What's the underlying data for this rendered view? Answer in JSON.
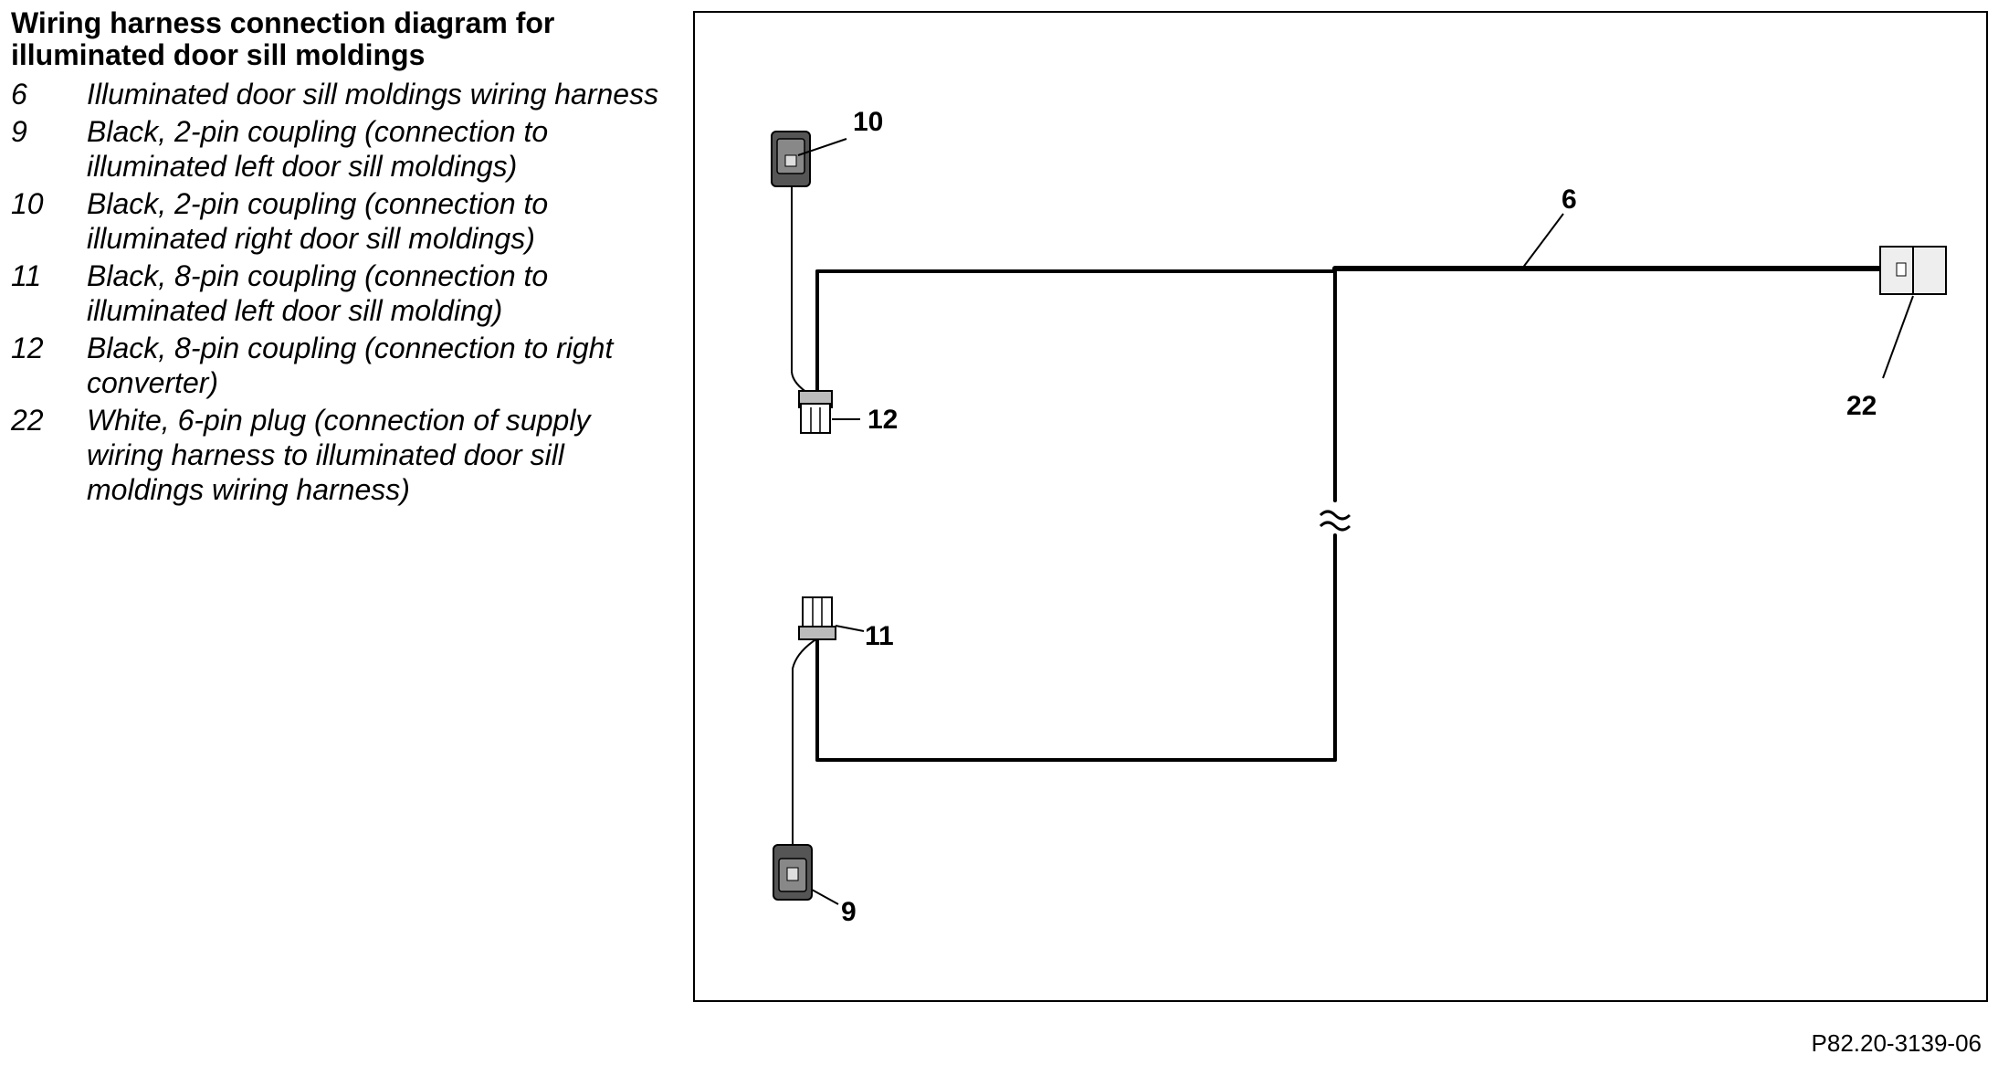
{
  "legend": {
    "title": "Wiring harness connection diagram for illuminated door sill moldings",
    "items": [
      {
        "num": "6",
        "desc": "Illuminated door sill moldings wiring harness"
      },
      {
        "num": "9",
        "desc": "Black, 2-pin coupling (connection to illuminated left door sill moldings)"
      },
      {
        "num": "10",
        "desc": "Black, 2-pin coupling (connection to illuminated right door sill moldings)"
      },
      {
        "num": "11",
        "desc": "Black, 8-pin coupling (connection to illuminated left door sill molding)"
      },
      {
        "num": "12",
        "desc": "Black, 8-pin coupling (connection to right converter)"
      },
      {
        "num": "22",
        "desc": "White, 6-pin plug (connection of supply wiring harness to illuminated door sill moldings wiring harness)"
      }
    ]
  },
  "diagram": {
    "callouts": {
      "c6": "6",
      "c9": "9",
      "c10": "10",
      "c11": "11",
      "c12": "12",
      "c22": "22"
    }
  },
  "figure_code": "P82.20-3139-06"
}
